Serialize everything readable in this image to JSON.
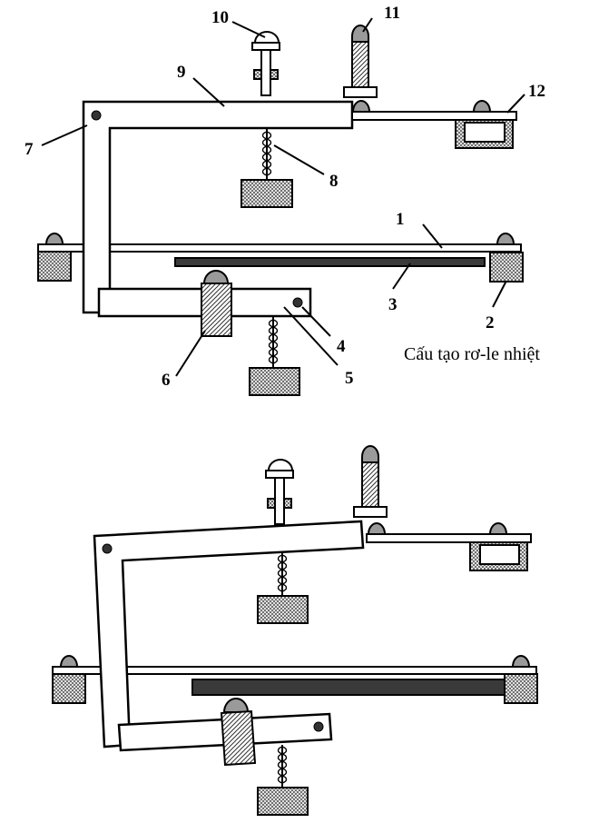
{
  "caption": "Cấu tạo rơ-le nhiệt",
  "labels": {
    "l1": "1",
    "l2": "2",
    "l3": "3",
    "l4": "4",
    "l5": "5",
    "l6": "6",
    "l7": "7",
    "l8": "8",
    "l9": "9",
    "l10": "10",
    "l11": "11",
    "l12": "12"
  }
}
